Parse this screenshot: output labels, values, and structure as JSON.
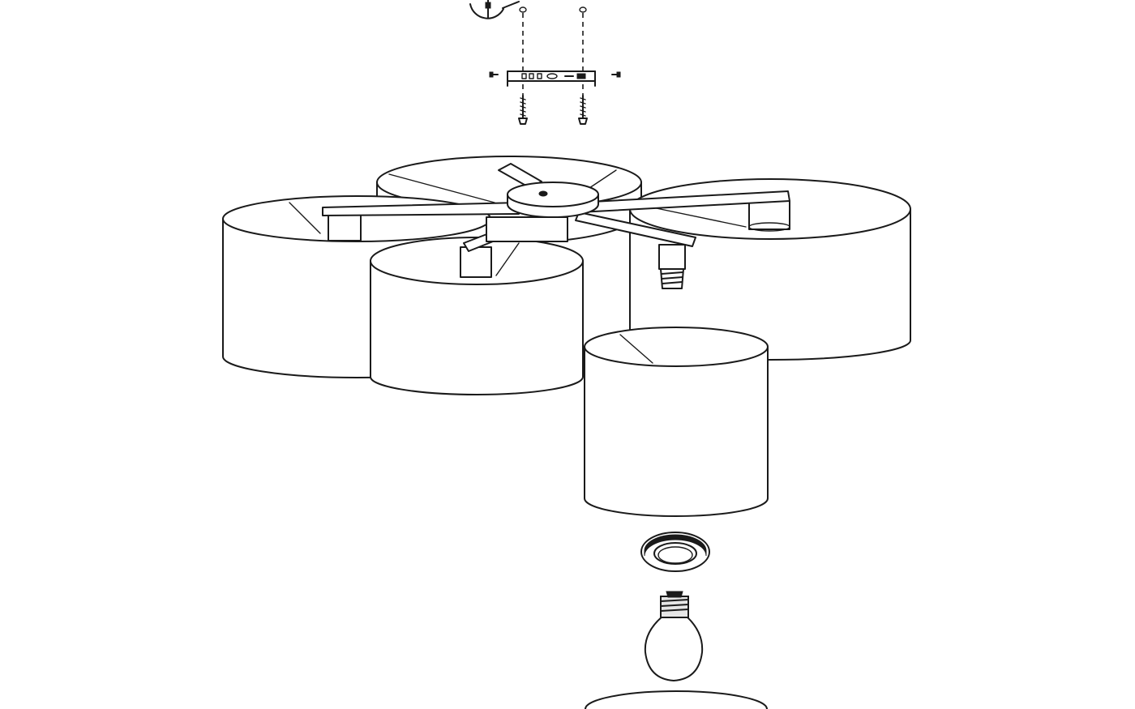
{
  "diagram": {
    "parts": [
      "screwdriver-hint",
      "mounting-bracket",
      "wall-plugs",
      "mounting-screws",
      "ceiling-canopy",
      "lamp-arms",
      "lamp-shades",
      "bulb-socket",
      "shade-ring",
      "light-bulb",
      "diffuser-disc"
    ],
    "shade_count": 5,
    "arm_count": 5,
    "colors": {
      "line": "#1a1a1a",
      "background": "#ffffff"
    }
  }
}
